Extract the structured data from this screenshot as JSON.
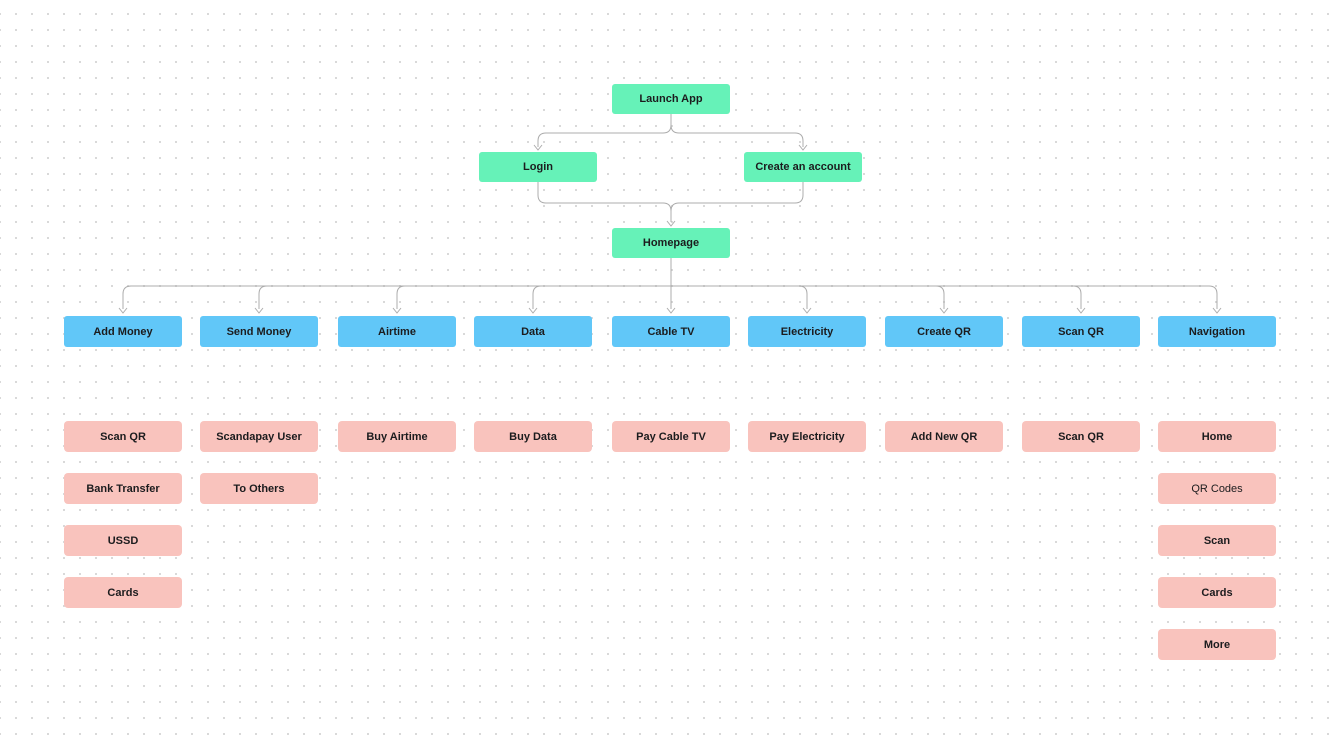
{
  "diagram": {
    "colors": {
      "start_fill": "#66F2B8",
      "feature_fill": "#61C7F8",
      "sub_fill": "#F9C3BD",
      "connector": "#ACACAC",
      "text": "#1C1C1E",
      "grid_dot": "#D6D6D6",
      "background": "#FFFFFF"
    },
    "nodes": {
      "launch": {
        "label": "Launch App"
      },
      "login": {
        "label": "Login"
      },
      "create_account": {
        "label": "Create an account"
      },
      "homepage": {
        "label": "Homepage"
      },
      "features": [
        {
          "label": "Add Money",
          "children": [
            {
              "label": "Scan QR",
              "bold": true
            },
            {
              "label": "Bank Transfer",
              "bold": true
            },
            {
              "label": "USSD",
              "bold": true
            },
            {
              "label": "Cards",
              "bold": true
            }
          ]
        },
        {
          "label": "Send Money",
          "children": [
            {
              "label": "Scandapay User",
              "bold": true
            },
            {
              "label": "To Others",
              "bold": true
            }
          ]
        },
        {
          "label": "Airtime",
          "children": [
            {
              "label": "Buy Airtime",
              "bold": true
            }
          ]
        },
        {
          "label": "Data",
          "children": [
            {
              "label": "Buy Data",
              "bold": true
            }
          ]
        },
        {
          "label": "Cable TV",
          "children": [
            {
              "label": "Pay Cable TV",
              "bold": true
            }
          ]
        },
        {
          "label": "Electricity",
          "children": [
            {
              "label": "Pay Electricity",
              "bold": true
            }
          ]
        },
        {
          "label": "Create QR",
          "children": [
            {
              "label": "Add New QR",
              "bold": true
            }
          ]
        },
        {
          "label": "Scan QR",
          "children": [
            {
              "label": "Scan QR",
              "bold": true
            }
          ]
        },
        {
          "label": "Navigation",
          "children": [
            {
              "label": "Home",
              "bold": true
            },
            {
              "label": "QR Codes",
              "bold": false
            },
            {
              "label": "Scan",
              "bold": true
            },
            {
              "label": "Cards",
              "bold": true
            },
            {
              "label": "More",
              "bold": true
            }
          ]
        }
      ]
    }
  }
}
